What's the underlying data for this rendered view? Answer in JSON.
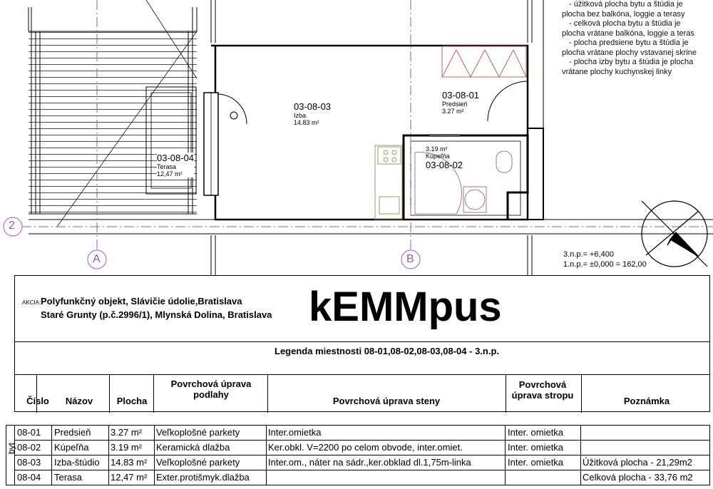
{
  "notes": [
    "- úžitková plocha bytu a štúdia je",
    "plocha bez balkóna, loggie a terasy",
    "- celková plocha bytu a štúdia je",
    "plocha vrátane balkóna, loggie a teras",
    "- plocha predsiene bytu a štúdia je",
    "plocha vrátane plochy vstavanej skrine",
    "- plocha izby bytu a štúdia je plocha",
    "vrátane plochy kuchynskej linky"
  ],
  "rooms": {
    "r0803": {
      "code": "03-08-03",
      "name": "Izba",
      "area": "14.83 m²"
    },
    "r0801": {
      "code": "03-08-01",
      "name": "Predsieň",
      "area": "3.27 m²"
    },
    "r0802": {
      "code": "03-08-02",
      "name": "Kúpeľňa",
      "area": "3.19 m²"
    },
    "r0804": {
      "code": "03-08-04",
      "name": "Terasa",
      "area": "12,47 m²"
    }
  },
  "axes": {
    "a": "A",
    "b": "B",
    "two": "2"
  },
  "elevation": {
    "line1": "3.n.p.= +6,400",
    "line2": "1.n.p.= ±0,000  = 162,00"
  },
  "titleblock": {
    "akcia_label": "AKCIA:",
    "akcia_line1": "Polyfunkčný objekt, Slávičie údolie,Bratislava",
    "akcia_line2": "Staré Grunty (p.č.2996/1), Mlynská Dolina, Bratislava",
    "logo": "kEMMpus",
    "legend_title": "Legenda miestnosti 08-01,08-02,08-03,08-04 - 3.n.p."
  },
  "columns": {
    "cislo": "Číslo",
    "nazov": "Názov",
    "plocha": "Plocha",
    "podlaha": "Povrchová úprava podlahy",
    "steny": "Povrchová úprava steny",
    "strop": "Povrchová úprava stropu",
    "poznamka": "Poznámka"
  },
  "group_label": "byt",
  "rows": [
    {
      "cislo": "08-01",
      "nazov": "Predsieň",
      "plocha": "3.27 m²",
      "podlaha": "Veľkoplošné parkety",
      "steny": "Inter.omietka",
      "strop": "Inter. omietka",
      "poznamka": ""
    },
    {
      "cislo": "08-02",
      "nazov": "Kúpeľňa",
      "plocha": "3.19 m²",
      "podlaha": "Keramická dlažba",
      "steny": "Ker.obkl. V=2200 po celom obvode, inter.omiet.",
      "strop": "Inter. omietka",
      "poznamka": ""
    },
    {
      "cislo": "08-03",
      "nazov": "Izba-štúdio",
      "plocha": "14.83 m²",
      "podlaha": "Veľkoplošné parkety",
      "steny": "Inter.om., náter na sádr.,ker.obklad dl.1,75m-linka",
      "strop": "Inter. omietka",
      "poznamka": "Úžitková plocha - 21,29m2"
    },
    {
      "cislo": "08-04",
      "nazov": "Terasa",
      "plocha": "12,47 m²",
      "podlaha": "Exter.protišmyk.dlažba",
      "steny": "",
      "strop": "",
      "poznamka": "Celková plocha - 33,76 m2"
    }
  ]
}
